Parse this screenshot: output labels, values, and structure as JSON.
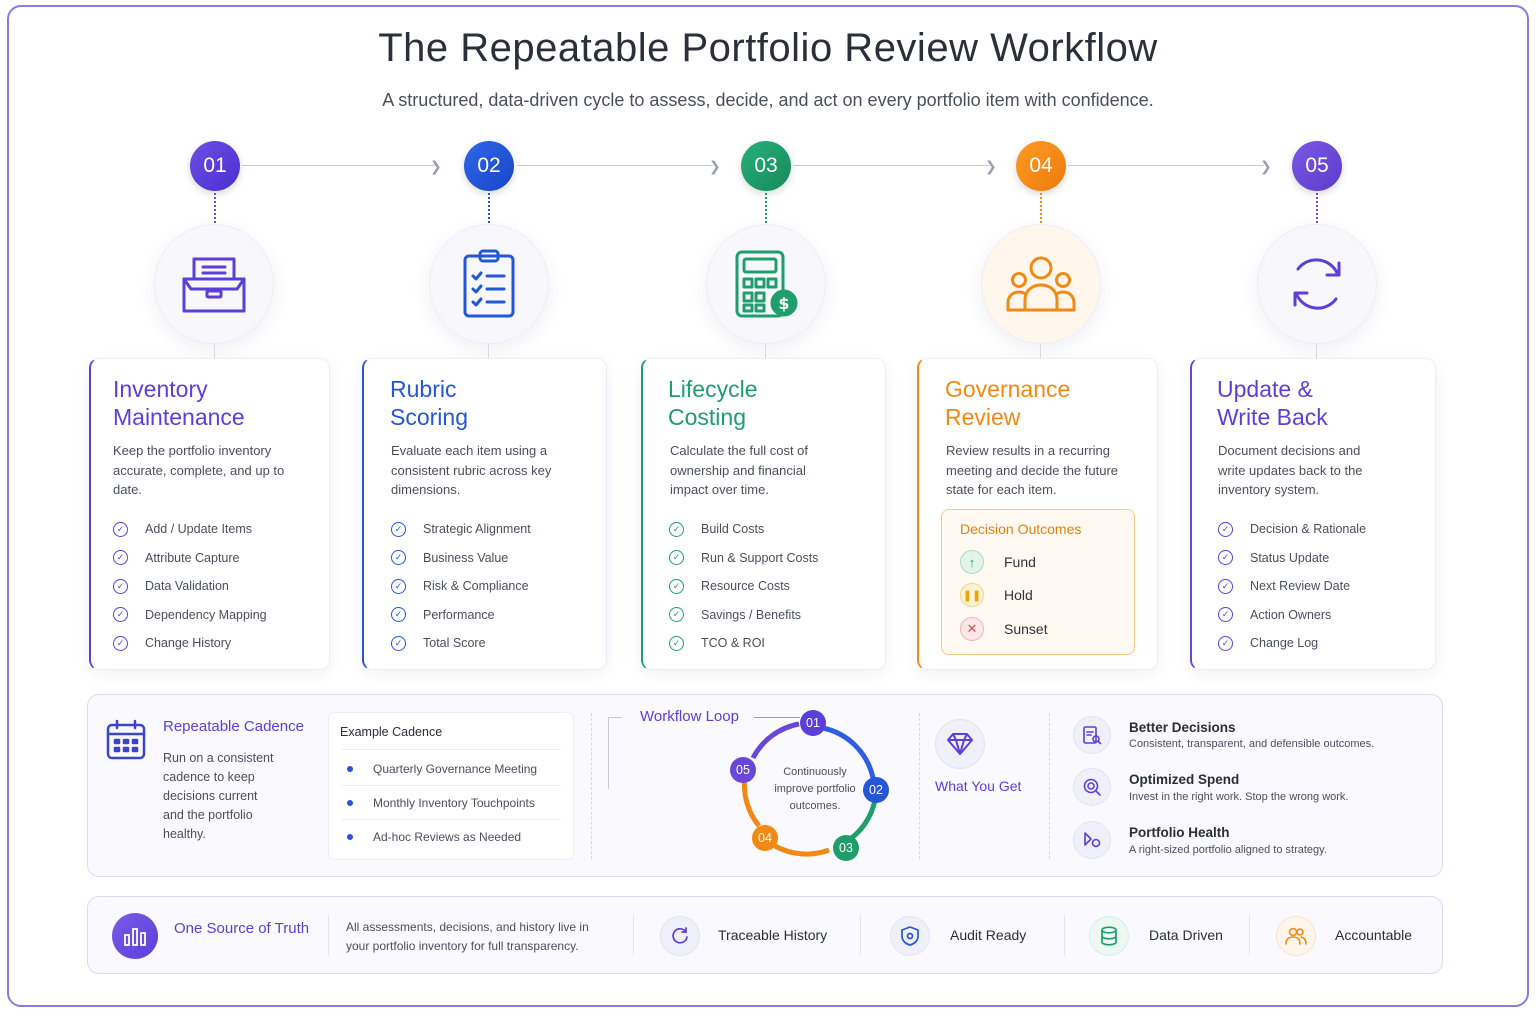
{
  "title": "The Repeatable Portfolio Review Workflow",
  "subtitle": "A structured, data-driven cycle to assess, decide, and act on every portfolio item with confidence.",
  "steps": [
    {
      "num": "01",
      "title_line1": "Inventory",
      "title_line2": "Maintenance",
      "color": "#5b3fd9",
      "icon": "inventory-box-icon",
      "desc": "Keep the portfolio inventory accurate, complete, and up to date.",
      "items": [
        "Add / Update Items",
        "Attribute Capture",
        "Data Validation",
        "Dependency Mapping",
        "Change History"
      ]
    },
    {
      "num": "02",
      "title_line1": "Rubric",
      "title_line2": "Scoring",
      "color": "#2456d8",
      "icon": "clipboard-checklist-icon",
      "desc": "Evaluate each item using a consistent rubric across key dimensions.",
      "items": [
        "Strategic Alignment",
        "Business Value",
        "Risk & Compliance",
        "Performance",
        "Total Score"
      ]
    },
    {
      "num": "03",
      "title_line1": "Lifecycle",
      "title_line2": "Costing",
      "color": "#1f9e6a",
      "icon": "calculator-dollar-icon",
      "desc": "Calculate the full cost of ownership and financial impact over time.",
      "items": [
        "Build Costs",
        "Run & Support Costs",
        "Resource Costs",
        "Savings / Benefits",
        "TCO & ROI"
      ]
    },
    {
      "num": "04",
      "title_line1": "Governance",
      "title_line2": "Review",
      "color": "#f08a14",
      "icon": "people-group-icon",
      "desc": "Review results in a recurring meeting and decide the future state for each item.",
      "outcomes_title": "Decision Outcomes",
      "outcomes": [
        "Fund",
        "Hold",
        "Sunset"
      ]
    },
    {
      "num": "05",
      "title_line1": "Update &",
      "title_line2": "Write Back",
      "color": "#6a46d6",
      "icon": "sync-arrows-icon",
      "desc": "Document decisions and write updates back to the inventory system.",
      "items": [
        "Decision & Rationale",
        "Status Update",
        "Next Review Date",
        "Action Owners",
        "Change Log"
      ]
    }
  ],
  "cadence": {
    "title": "Repeatable Cadence",
    "desc": "Run on a consistent cadence to keep decisions current and the portfolio healthy.",
    "example_title": "Example Cadence",
    "examples": [
      "Quarterly Governance Meeting",
      "Monthly Inventory Touchpoints",
      "Ad-hoc Reviews as Needed"
    ]
  },
  "loop": {
    "title": "Workflow Loop",
    "center_text": "Continuously improve portfolio outcomes.",
    "nodes": [
      "01",
      "02",
      "03",
      "04",
      "05"
    ]
  },
  "what_you_get": {
    "title": "What You Get",
    "benefits": [
      {
        "title": "Better Decisions",
        "desc": "Consistent, transparent, and defensible outcomes."
      },
      {
        "title": "Optimized Spend",
        "desc": "Invest in the right work. Stop the wrong work."
      },
      {
        "title": "Portfolio Health",
        "desc": "A right-sized portfolio aligned to strategy."
      }
    ]
  },
  "footer": {
    "truth_title": "One Source of Truth",
    "truth_desc": "All assessments, decisions, and history live in your portfolio inventory for full transparency.",
    "badges": [
      "Traceable History",
      "Audit Ready",
      "Data Driven",
      "Accountable"
    ]
  }
}
